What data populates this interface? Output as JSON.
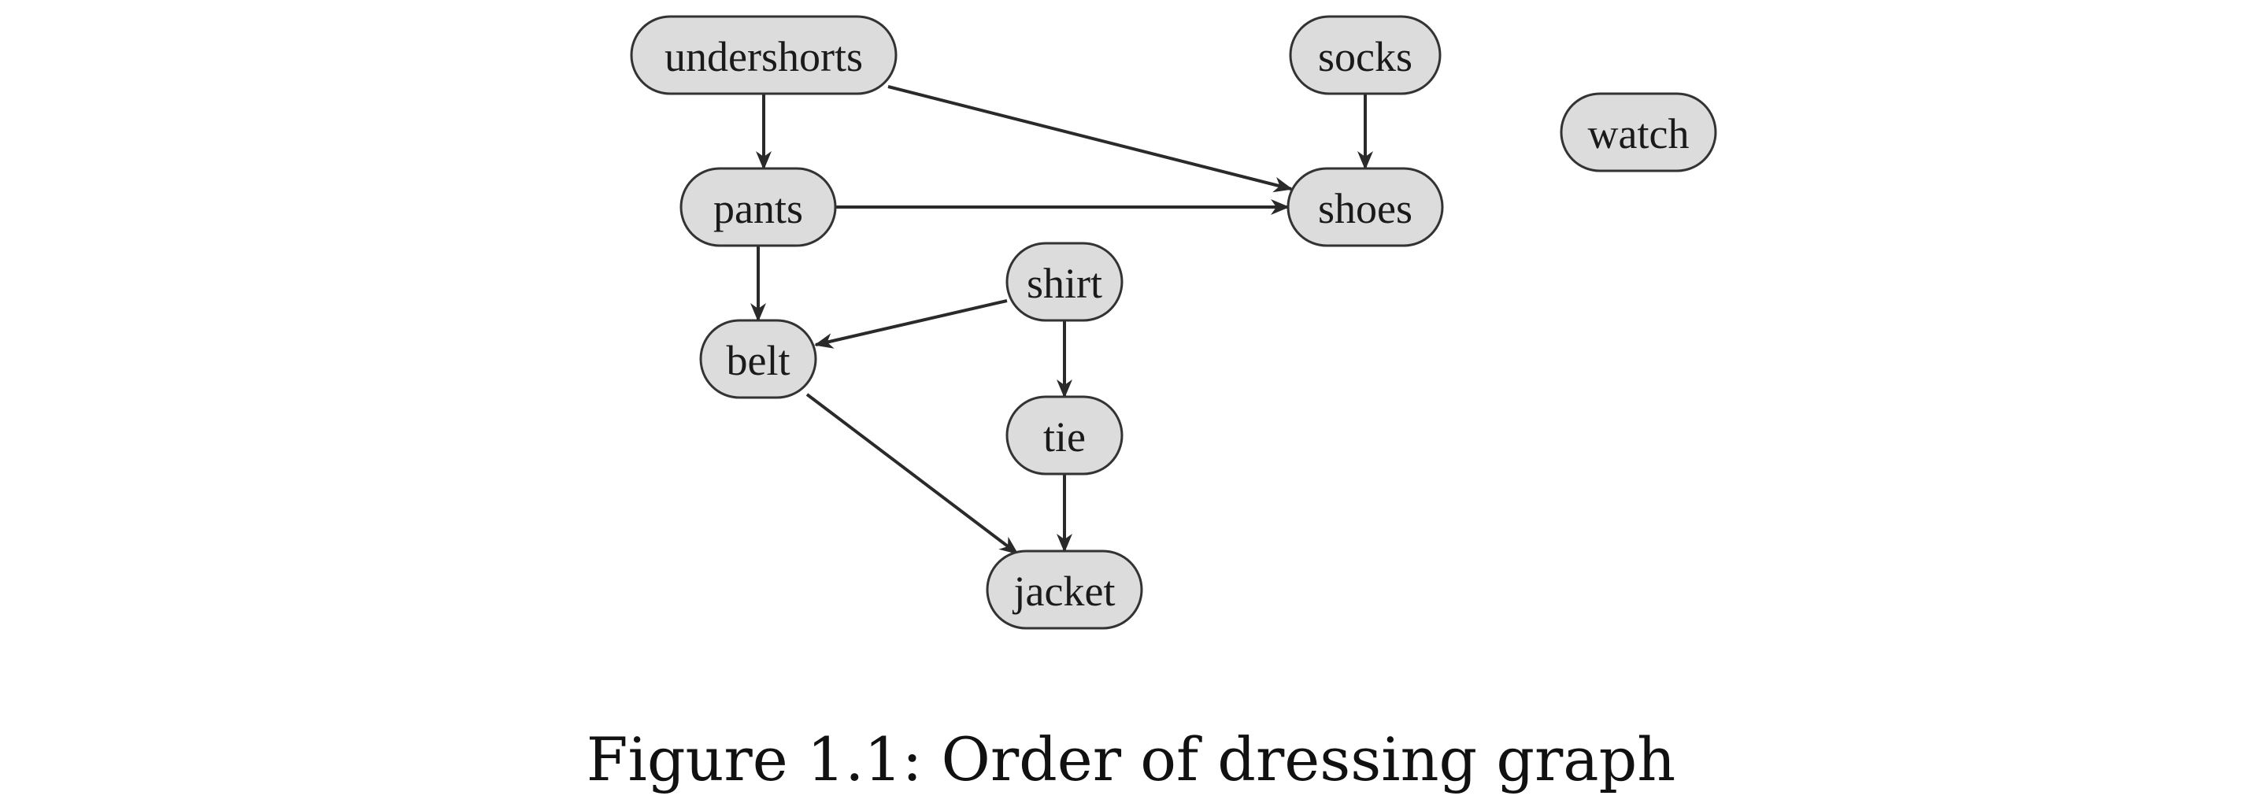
{
  "nodes": [
    {
      "id": "undershorts",
      "label": "undershorts"
    },
    {
      "id": "socks",
      "label": "socks"
    },
    {
      "id": "watch",
      "label": "watch"
    },
    {
      "id": "pants",
      "label": "pants"
    },
    {
      "id": "shoes",
      "label": "shoes"
    },
    {
      "id": "shirt",
      "label": "shirt"
    },
    {
      "id": "belt",
      "label": "belt"
    },
    {
      "id": "tie",
      "label": "tie"
    },
    {
      "id": "jacket",
      "label": "jacket"
    }
  ],
  "edges": [
    {
      "from": "undershorts",
      "to": "pants"
    },
    {
      "from": "undershorts",
      "to": "shoes"
    },
    {
      "from": "socks",
      "to": "shoes"
    },
    {
      "from": "pants",
      "to": "shoes"
    },
    {
      "from": "pants",
      "to": "belt"
    },
    {
      "from": "shirt",
      "to": "belt"
    },
    {
      "from": "shirt",
      "to": "tie"
    },
    {
      "from": "belt",
      "to": "jacket"
    },
    {
      "from": "tie",
      "to": "jacket"
    }
  ],
  "colors": {
    "node_fill": "#dcdcdc",
    "node_stroke": "#333333",
    "edge": "#2a2a2a"
  },
  "caption": "Figure 1.1: Order of dressing graph"
}
